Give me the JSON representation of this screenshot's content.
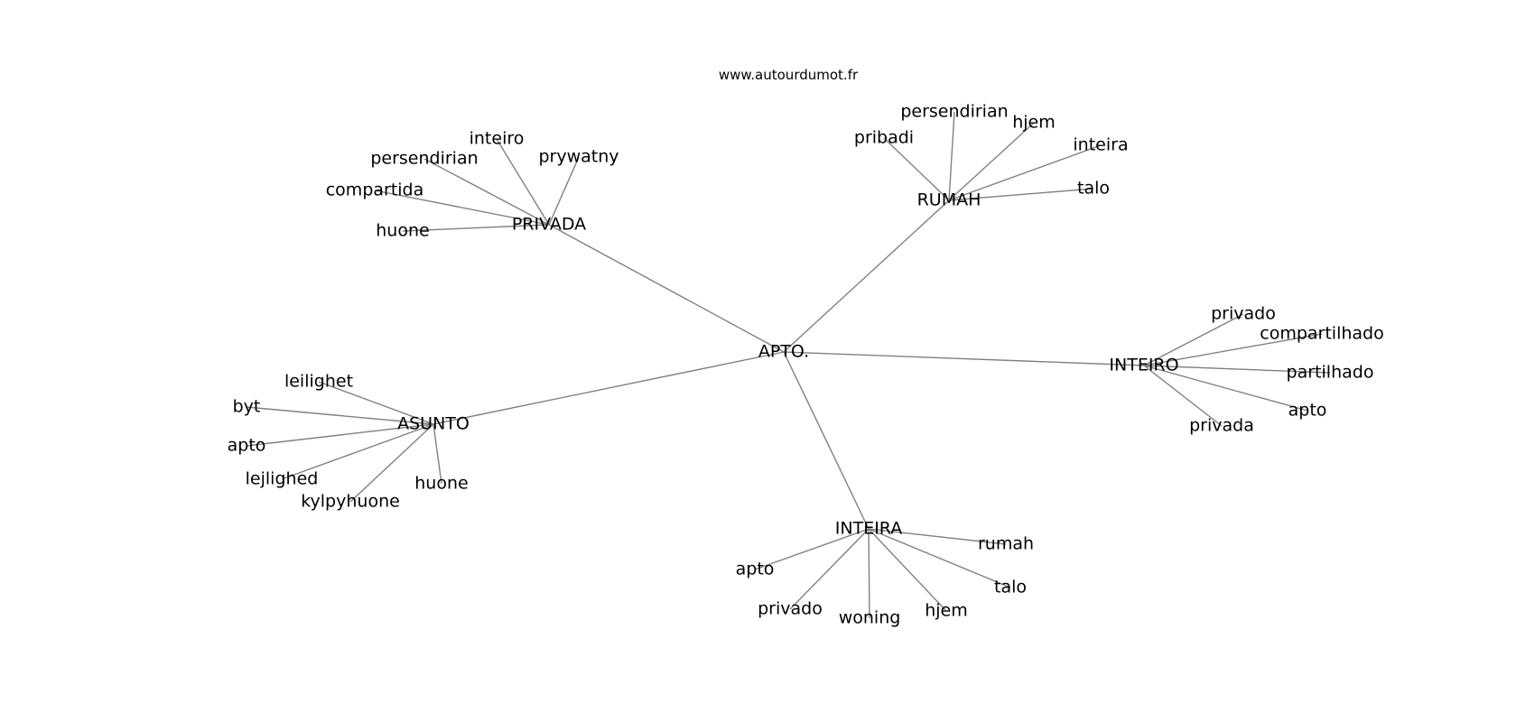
{
  "watermark": "www.autourdumot.fr",
  "colors": {
    "edge": "#808080",
    "text": "#000000",
    "background": "#ffffff"
  },
  "graph": {
    "center": "APTO.",
    "hubs": [
      {
        "label": "PRIVADA",
        "leaves": [
          "inteiro",
          "prywatny",
          "persendirian",
          "compartida",
          "huone"
        ]
      },
      {
        "label": "RUMAH",
        "leaves": [
          "persendirian",
          "pribadi",
          "hjem",
          "inteira",
          "talo"
        ]
      },
      {
        "label": "INTEIRO",
        "leaves": [
          "privado",
          "compartilhado",
          "partilhado",
          "apto",
          "privada"
        ]
      },
      {
        "label": "ASUNTO",
        "leaves": [
          "leilighet",
          "byt",
          "apto",
          "lejlighed",
          "kylpyhuone",
          "huone"
        ]
      },
      {
        "label": "INTEIRA",
        "leaves": [
          "rumah",
          "apto",
          "talo",
          "privado",
          "woning",
          "hjem"
        ]
      }
    ]
  }
}
